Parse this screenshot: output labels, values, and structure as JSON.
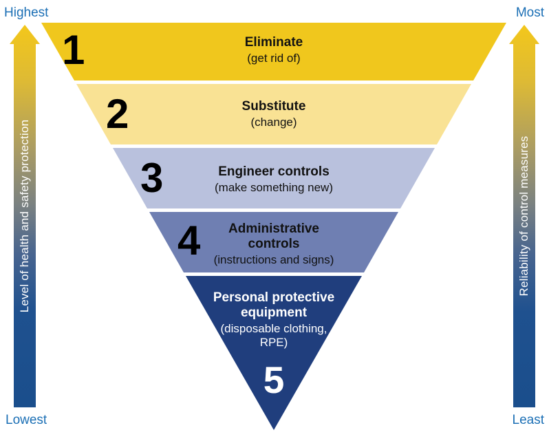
{
  "diagram": {
    "type": "inverted-pyramid-hierarchy",
    "background": "#ffffff",
    "label_color": "#1b6fb5"
  },
  "left_axis": {
    "top_label": "Highest",
    "bottom_label": "Lowest",
    "title": "Level of health and safety protection",
    "gradient_top": "#f3c71b",
    "gradient_bottom": "#1a4e8c"
  },
  "right_axis": {
    "top_label": "Most",
    "bottom_label": "Least",
    "title": "Reliability of control measures",
    "gradient_top": "#f3c71b",
    "gradient_bottom": "#1a4e8c"
  },
  "pyramid": {
    "levels": [
      {
        "number": "1",
        "title": "Eliminate",
        "subtitle": "(get rid of)",
        "color": "#f0c71d",
        "text_color": "#111111"
      },
      {
        "number": "2",
        "title": "Substitute",
        "subtitle": "(change)",
        "color": "#f9e294",
        "text_color": "#111111"
      },
      {
        "number": "3",
        "title": "Engineer controls",
        "subtitle": "(make something new)",
        "color": "#b9c1dd",
        "text_color": "#111111"
      },
      {
        "number": "4",
        "title": "Administrative controls",
        "subtitle": "(instructions and signs)",
        "color": "#6f7fb2",
        "text_color": "#111111"
      },
      {
        "number": "5",
        "title": "Personal protective equipment",
        "subtitle": "(disposable clothing, RPE)",
        "color": "#203e7d",
        "text_color": "#ffffff"
      }
    ]
  }
}
